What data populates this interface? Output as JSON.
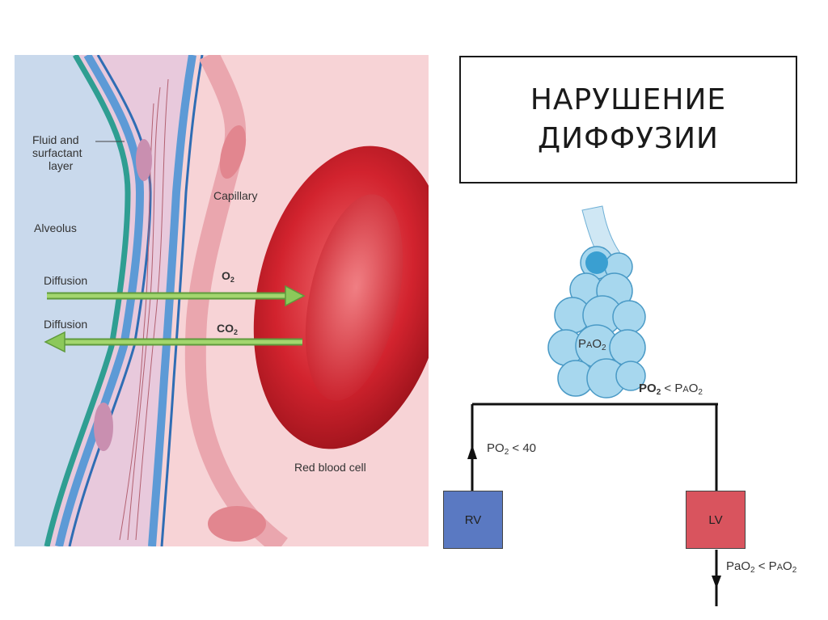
{
  "title": {
    "line1": "НАРУШЕНИЕ",
    "line2": "ДИФФУЗИИ"
  },
  "left_illustration": {
    "labels": {
      "fluid_line1": "Fluid and",
      "fluid_line2": "surfactant",
      "fluid_line3": "layer",
      "alveolus": "Alveolus",
      "capillary": "Capillary",
      "diffusion_o2": "Diffusion",
      "diffusion_co2": "Diffusion",
      "o2_main": "O",
      "o2_sub": "2",
      "co2_main": "CO",
      "co2_sub": "2",
      "red_blood_cell": "Red blood cell"
    }
  },
  "right_diagram": {
    "alveoli_label_P": "P",
    "alveoli_label_A": "A",
    "alveoli_label_O": "O",
    "alveoli_label_2": "2",
    "po2_lt_pao2_main": "PO",
    "po2_lt_pao2_sub": "2",
    "po2_lt_pao2_rest": " < P",
    "po2_lt_pao2_A": "A",
    "po2_lt_pao2_O": "O",
    "po2_lt_pao2_2": "2",
    "po2_lt_40_main": "PO",
    "po2_lt_40_sub": "2",
    "po2_lt_40_rest": " < 40",
    "rv_label": "RV",
    "lv_label": "LV",
    "pao2_main": "PaO",
    "pao2_sub": "2",
    "pao2_rest": " < P",
    "pao2_A": "A",
    "pao2_O": "O",
    "pao2_2": "2"
  },
  "colors": {
    "alveolus_bg": "#c9d9ec",
    "capillary_bg": "#f7d3d6",
    "arrow_green": "#8cc85a",
    "rbc_red": "#d2232e",
    "rv_blue": "#5a79c2",
    "lv_red": "#d9545e",
    "alveoli_blue": "#8fcbe6"
  }
}
